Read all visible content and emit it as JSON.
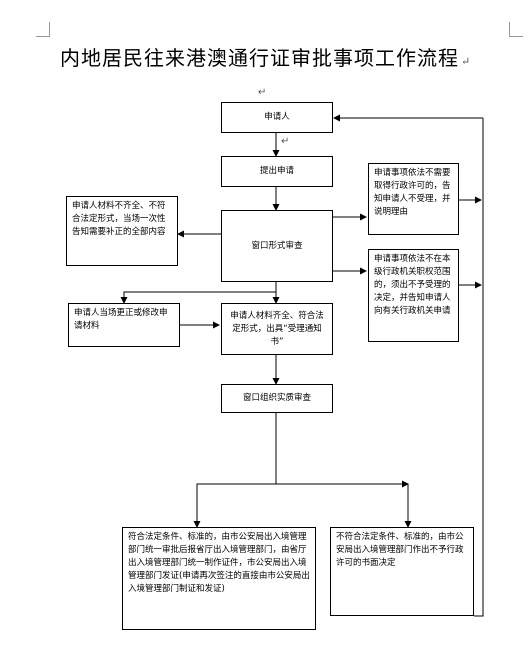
{
  "document": {
    "title": "内地居民往来港澳通行证审批事项工作流程",
    "return_mark": "↵"
  },
  "flow": {
    "applicant": "申请人",
    "submit": "提出申请",
    "window_review": "窗口形式审查",
    "incomplete": "申请人材料不齐全、不符合法定形式，当场一次性告知需要补正的全部内容",
    "correction": "申请人当场更正或修改申请材料",
    "complete": "申请人材料齐全、符合法定形式，出具“受理通知书”",
    "substantive": "窗口组织实质审查",
    "no_permit_needed": "申请事项依法不需要取得行政许可的，告知申请人不受理，并说明理由",
    "out_of_scope": "申请事项依法不在本级行政机关职权范围的，须出不予受理的决定，并告知申请人向有关行政机关申请",
    "approved": "符合法定条件、标准的，由市公安局出入境管理部门统一审批后报省厅出入境管理部门，由省厅出入境管理部门统一制作证件，市公安局出入境管理部门发证(申请再次签注的直接由市公安局出入境管理部门制证和发证)",
    "rejected": "不符合法定条件、标准的，由市公安局出入境管理部门作出不予行政许可的书面决定"
  }
}
